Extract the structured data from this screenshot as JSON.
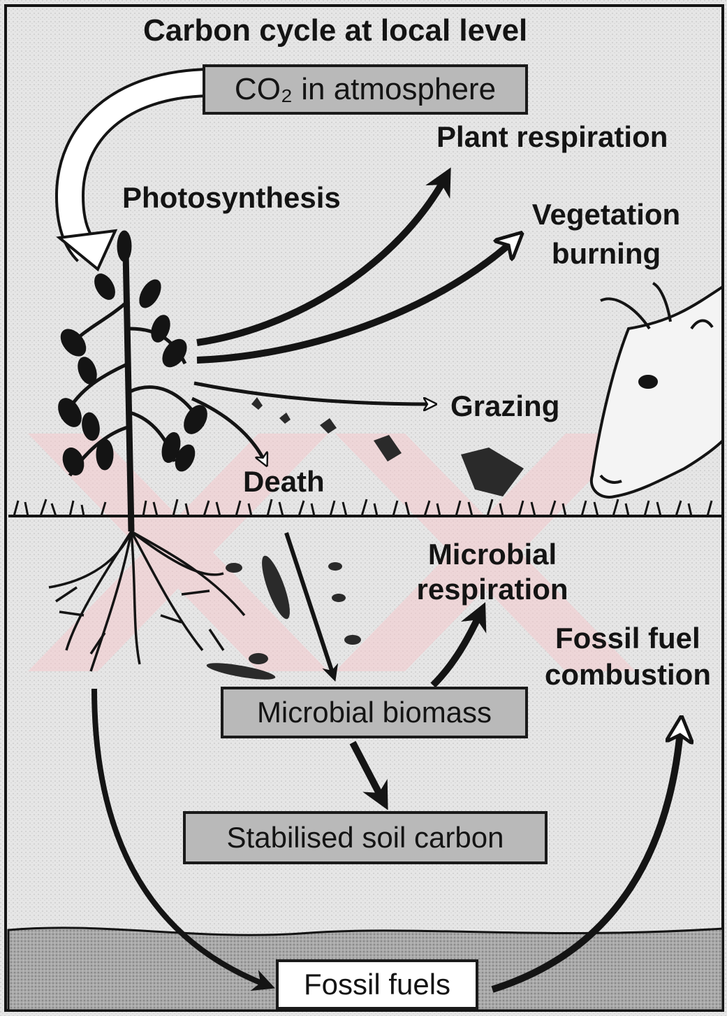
{
  "diagram": {
    "title": "Carbon cycle at local level",
    "nodes": {
      "atmosphere": "CO₂ in atmosphere",
      "microbial_biomass": "Microbial biomass",
      "stabilised_soil_carbon": "Stabilised soil carbon",
      "fossil_fuels": "Fossil fuels"
    },
    "processes": {
      "photosynthesis": "Photosynthesis",
      "plant_respiration": "Plant respiration",
      "vegetation_burning_1": "Vegetation",
      "vegetation_burning_2": "burning",
      "grazing": "Grazing",
      "death": "Death",
      "microbial_respiration_1": "Microbial",
      "microbial_respiration_2": "respiration",
      "fossil_fuel_combustion_1": "Fossil fuel",
      "fossil_fuel_combustion_2": "combustion"
    }
  },
  "colors": {
    "background": "#e9e9e9",
    "ink": "#141414",
    "box_fill": "#b9b9b9",
    "watermark": "#f6c9cd"
  }
}
